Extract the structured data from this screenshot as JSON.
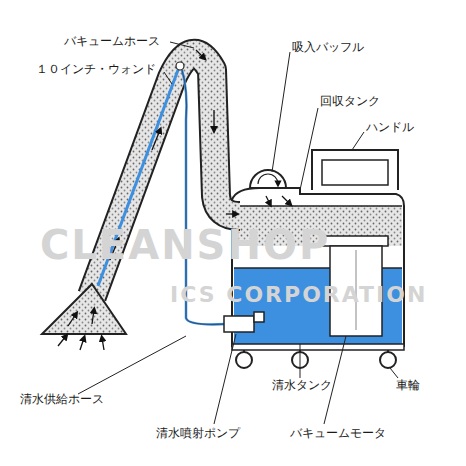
{
  "diagram": {
    "labels": [
      "バキュームホース",
      "１０インチ・ウォンド",
      "吸入バッフル",
      "回収タンク",
      "ハンドル",
      "清水供給ホース",
      "清水噴射ポンプ",
      "清水タンク",
      "車輪",
      "バキュームモータ",
      "CLEANSHOP",
      "ICS CORPORATION"
    ]
  }
}
